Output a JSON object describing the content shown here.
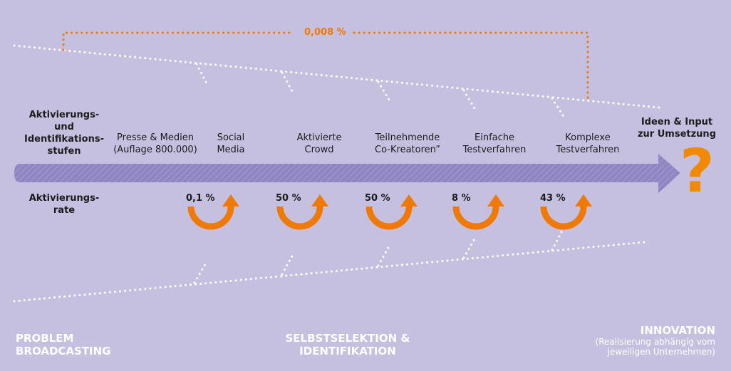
{
  "top_rate": "0,008 %",
  "left_labels": {
    "stages_heading": [
      "Aktivierungs-",
      "und",
      "Identifikations-",
      "stufen"
    ],
    "rate_heading": [
      "Aktivierungs-",
      "rate"
    ]
  },
  "stages": [
    {
      "line1": "Presse & Medien",
      "line2": "(Auflage 800.000)"
    },
    {
      "line1": "Social",
      "line2": "Media"
    },
    {
      "line1": "Aktivierte",
      "line2": "Crowd"
    },
    {
      "line1": "Teilnehmende",
      "line2": "Co-Kreatoren”"
    },
    {
      "line1": "Einfache",
      "line2": "Testverfahren"
    },
    {
      "line1": "Komplexe",
      "line2": "Testverfahren"
    }
  ],
  "end_stage": {
    "line1": "Ideen & Input",
    "line2": "zur Umsetzung",
    "symbol": "?"
  },
  "rates": [
    "0,1 %",
    "50 %",
    "50 %",
    "8 %",
    "43 %"
  ],
  "footer": {
    "left": [
      "PROBLEM",
      "BROADCASTING"
    ],
    "center": [
      "SELBSTSELEKTION &",
      "IDENTIFIKATION"
    ],
    "right_title": "INNOVATION",
    "right_sub": [
      "(Realisierung abhängig vom",
      "jeweiligen Unternehmen)"
    ]
  },
  "colors": {
    "background": "#c5bfe0",
    "arrow": "#8e85c2",
    "orange": "#f07a00",
    "dots": "#ffffff"
  }
}
